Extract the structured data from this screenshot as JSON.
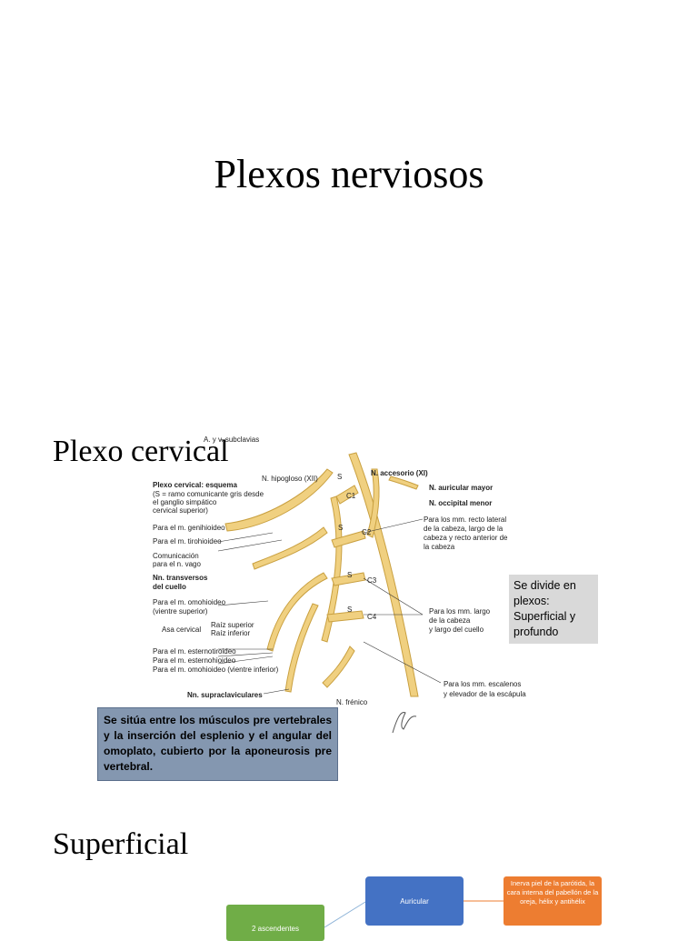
{
  "slide1": {
    "title": "Plexos nerviosos"
  },
  "slide2": {
    "heading": "Plexo cervical",
    "figure_labels": {
      "subclavias": "A. y v. subclavias",
      "hipogloso": "N. hipogloso (XII)",
      "s_top": "S",
      "accesorio": "N. accesorio (XI)",
      "auricular_mayor": "N. auricular mayor",
      "occipital_menor": "N. occipital menor",
      "c1": "C1",
      "c2": "C2",
      "c3": "C3",
      "c4": "C4",
      "s2": "S",
      "s3": "S",
      "s4": "S",
      "esquema_1": "Plexo cervical: esquema",
      "esquema_2": "(S = ramo comunicante gris desde",
      "esquema_3": "el ganglio simpático",
      "esquema_4": "cervical superior)",
      "genihioideo": "Para el m. genihioideo",
      "tirohioideo": "Para el m. tirohioideo",
      "comunicacion_1": "Comunicación",
      "comunicacion_2": "para el n. vago",
      "transversos_1": "Nn. transversos",
      "transversos_2": "del cuello",
      "omohioideo_1": "Para el m. omohioideo",
      "omohioideo_2": "(vientre superior)",
      "asa": "Asa cervical",
      "raiz_sup": "Raíz superior",
      "raiz_inf": "Raíz inferior",
      "esternotiroideo": "Para el m. esternotiroideo",
      "esternohioideo": "Para el m. esternohioideo",
      "omohioideo_inf": "Para el m. omohioideo (vientre inferior)",
      "supraclaviculares": "Nn. supraclaviculares",
      "frenico": "N. frénico",
      "recto_1": "Para los mm. recto lateral",
      "recto_2": "de la cabeza, largo de la",
      "recto_3": "cabeza y recto anterior de",
      "recto_4": "la cabeza",
      "largo_1": "Para los mm. largo",
      "largo_2": "de la cabeza",
      "largo_3": "y largo del cuello",
      "escalenos_1": "Para los mm. escalenos",
      "escalenos_2": "y elevador de la escápula"
    },
    "note_gray": "Se divide en plexos: Superficial y profundo",
    "note_blue": "Se sitúa entre los músculos pre vertebrales y la inserción del esplenio y el angular del omoplato, cubierto por la aponeurosis pre vertebral."
  },
  "slide3": {
    "heading": "Superficial",
    "box_green": "2 ascendentes",
    "box_blue": "Auricular",
    "box_orange": "Inerva piel de la parótida, la cara interna del pabellón de la oreja, hélix y antihélix"
  },
  "colors": {
    "nerve": "#f0d080",
    "nerve_stroke": "#c9a040",
    "gray_note": "#d9d9d9",
    "blue_note": "#8497b0",
    "green": "#70ad47",
    "blue": "#4472c4",
    "orange": "#ed7d31"
  }
}
